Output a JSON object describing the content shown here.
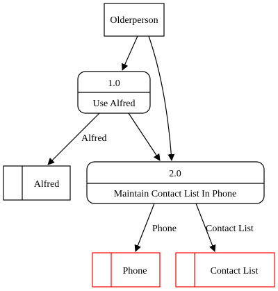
{
  "external_entity": {
    "label": "Olderperson"
  },
  "processes": [
    {
      "number": "1.0",
      "name": "Use Alfred"
    },
    {
      "number": "2.0",
      "name": "Maintain Contact List In Phone"
    }
  ],
  "data_stores": [
    {
      "label": "Alfred",
      "color": "#000000"
    },
    {
      "label": "Phone",
      "color": "#ff0000"
    },
    {
      "label": "Contact List",
      "color": "#ff0000"
    }
  ],
  "flows": [
    {
      "from": "Olderperson",
      "to": "1.0",
      "label": ""
    },
    {
      "from": "Olderperson",
      "to": "2.0",
      "label": ""
    },
    {
      "from": "1.0",
      "to": "Alfred",
      "label": "Alfred"
    },
    {
      "from": "1.0",
      "to": "2.0",
      "label": ""
    },
    {
      "from": "2.0",
      "to": "Phone",
      "label": "Phone"
    },
    {
      "from": "2.0",
      "to": "Contact List",
      "label": "Contact List"
    }
  ]
}
